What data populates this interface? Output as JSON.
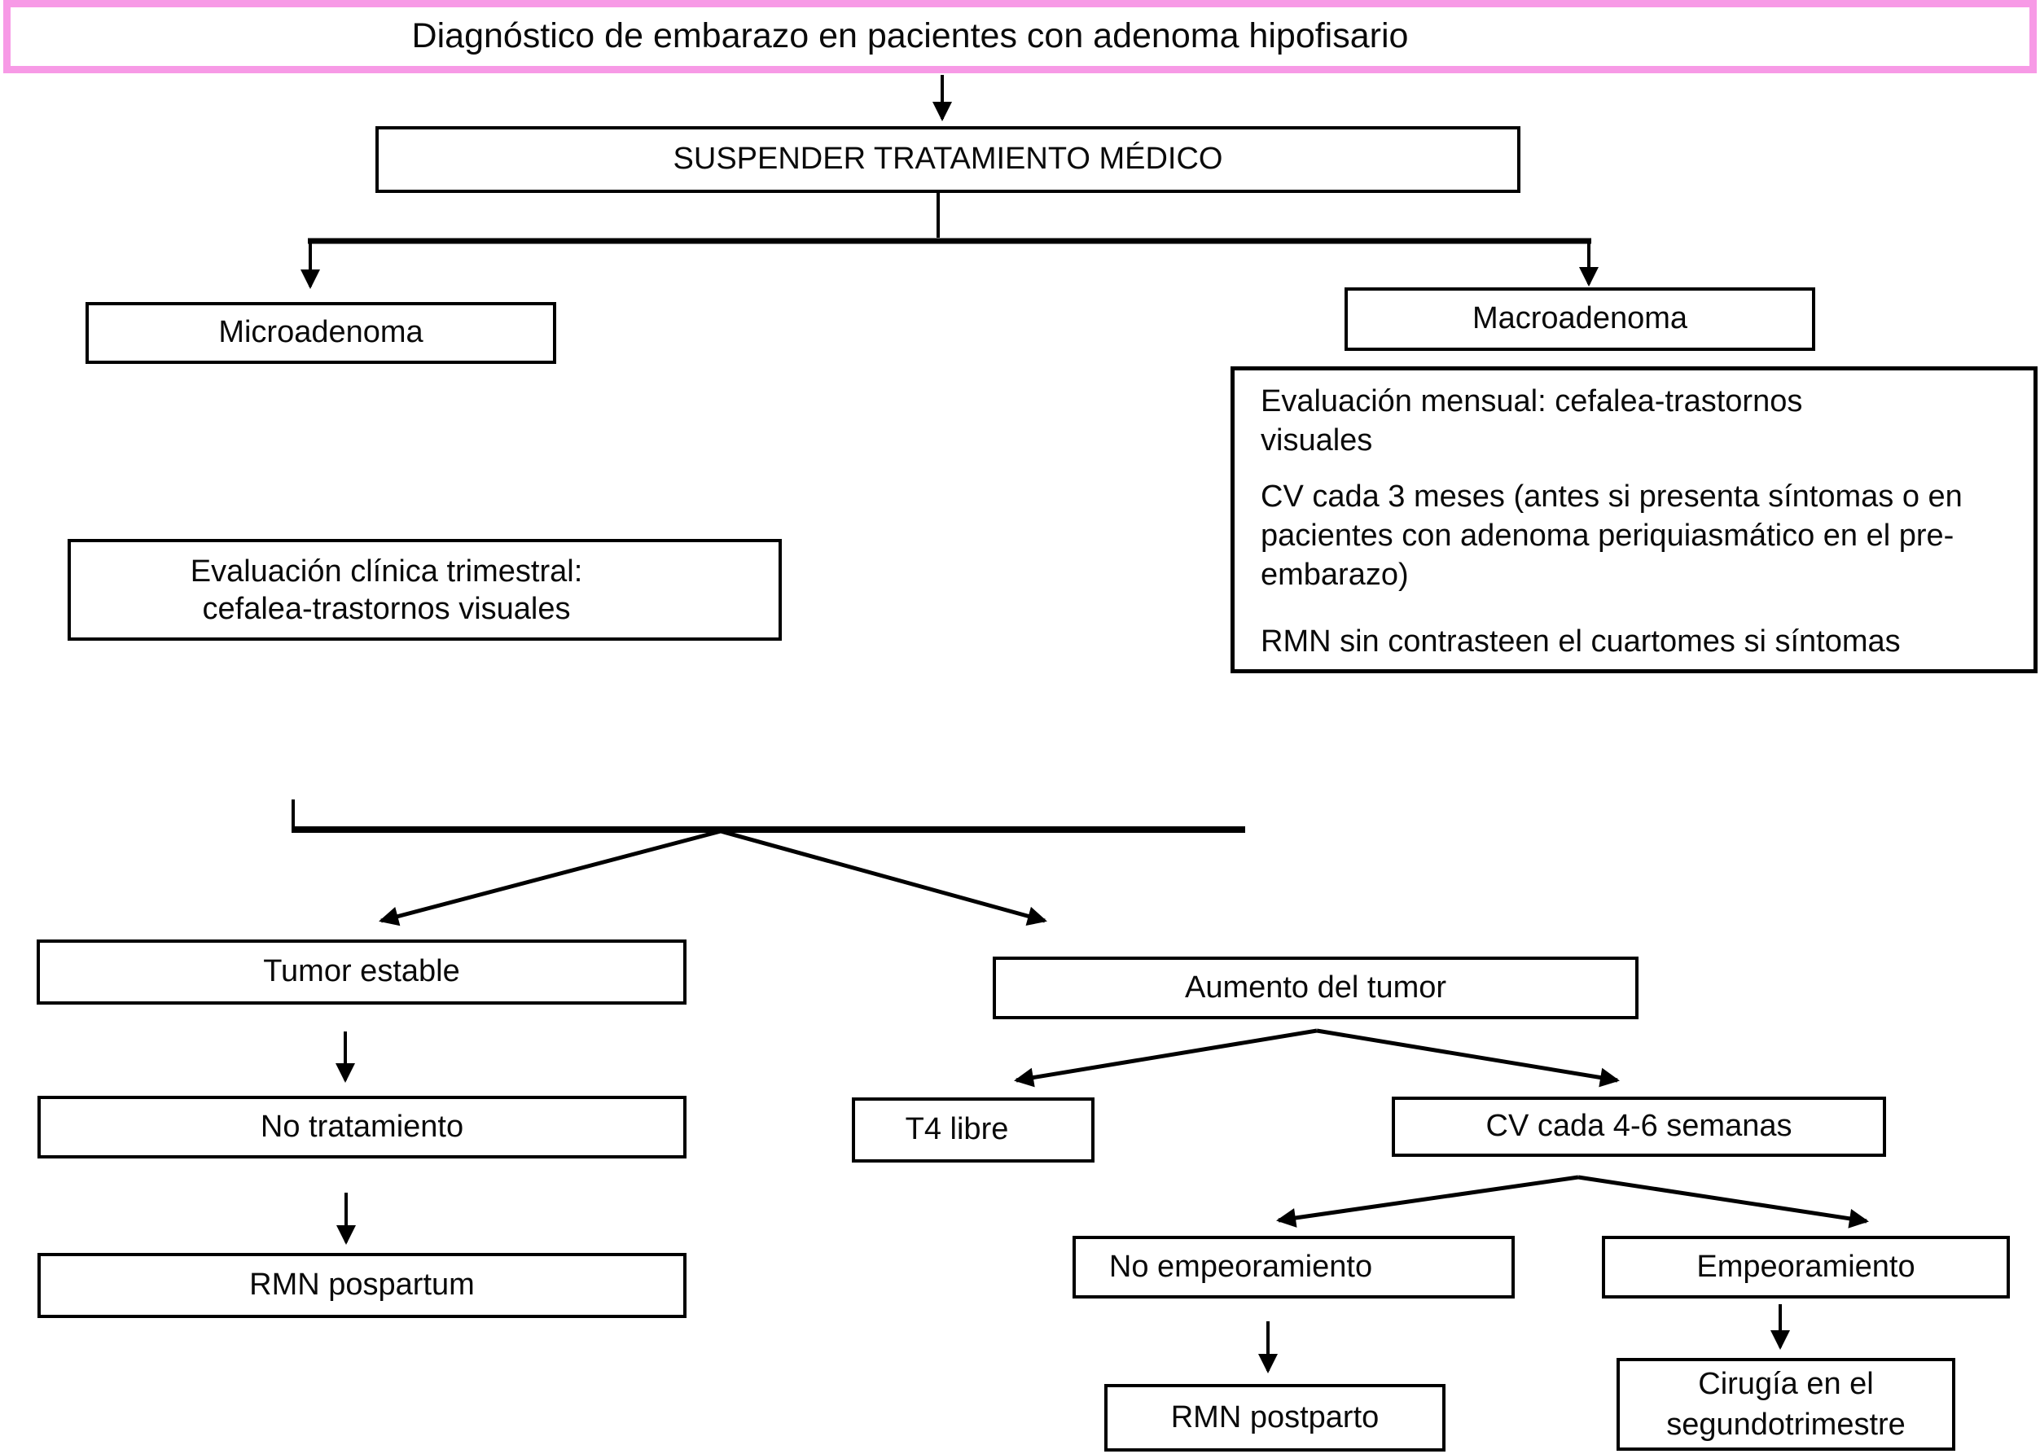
{
  "colors": {
    "highlight_border": "#f79ae6",
    "box_border": "#000000",
    "text": "#0a0a0a",
    "background": "#ffffff"
  },
  "title": {
    "label": "Diagnóstico de embarazo en pacientes con adenoma hipofisario"
  },
  "nodes": {
    "suspender": {
      "label": "SUSPENDER TRATAMIENTO MÉDICO"
    },
    "microadenoma": {
      "label": "Microadenoma"
    },
    "macroadenoma": {
      "label": "Macroadenoma"
    },
    "evaluacion_trimestral": {
      "lines": [
        "Evaluación clínica trimestral:",
        "cefalea-trastornos visuales"
      ]
    },
    "evaluacion_mensual": {
      "para1": [
        "Evaluación mensual: cefalea-trastornos",
        "visuales"
      ],
      "para2": [
        "CV cada 3 meses (antes si presenta síntomas o en",
        "pacientes con adenoma periquiasmático en el pre-",
        "embarazo)"
      ],
      "para3": [
        "RMN sin contrasteen el cuartomes si síntomas"
      ]
    },
    "tumor_estable": {
      "label": "Tumor estable"
    },
    "no_tratamiento": {
      "label": "No tratamiento"
    },
    "rmn_pospartum": {
      "label": "RMN pospartum"
    },
    "aumento_tumor": {
      "label": "Aumento del tumor"
    },
    "t4_libre": {
      "label": "T4 libre"
    },
    "cv_4_6_semanas": {
      "label": "CV cada 4-6 semanas"
    },
    "no_empeoramiento": {
      "label": "No empeoramiento"
    },
    "empeoramiento": {
      "label": "Empeoramiento"
    },
    "rmn_postparto": {
      "label": "RMN postparto"
    },
    "cirugia": {
      "lines": [
        "Cirugía en el",
        "segundotrimestre"
      ]
    }
  }
}
